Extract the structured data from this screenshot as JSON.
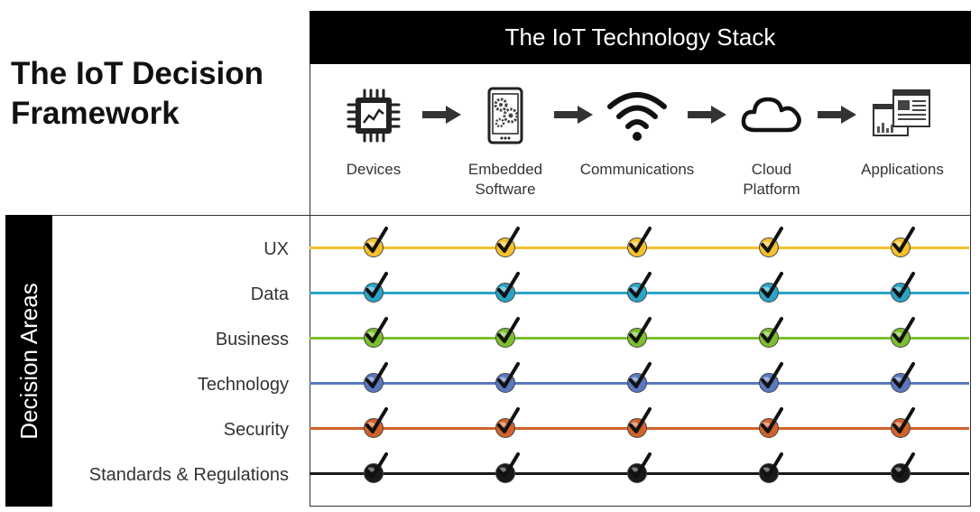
{
  "title": {
    "line1": "The IoT Decision",
    "line2": "Framework"
  },
  "stack": {
    "header": "The IoT Technology Stack",
    "items": [
      {
        "label": "Devices",
        "icon": "chip-icon"
      },
      {
        "label": "Embedded\nSoftware",
        "icon": "tablet-gears-icon"
      },
      {
        "label": "Communications",
        "icon": "wifi-icon"
      },
      {
        "label": "Cloud\nPlatform",
        "icon": "cloud-icon"
      },
      {
        "label": "Applications",
        "icon": "app-windows-icon"
      }
    ]
  },
  "decision_areas": {
    "label": "Decision Areas",
    "rows": [
      {
        "label": "UX",
        "color": "#f5c12c",
        "checked": [
          true,
          true,
          true,
          true,
          true
        ]
      },
      {
        "label": "Data",
        "color": "#2aa4c6",
        "checked": [
          true,
          true,
          true,
          true,
          true
        ]
      },
      {
        "label": "Business",
        "color": "#7cbf2e",
        "checked": [
          true,
          true,
          true,
          true,
          true
        ]
      },
      {
        "label": "Technology",
        "color": "#5a78c0",
        "checked": [
          true,
          true,
          true,
          true,
          true
        ]
      },
      {
        "label": "Security",
        "color": "#d0622a",
        "checked": [
          true,
          true,
          true,
          true,
          true
        ]
      },
      {
        "label": "Standards & Regulations",
        "color": "#1a1a1a",
        "checked": [
          true,
          true,
          true,
          true,
          true
        ]
      }
    ]
  },
  "colors": {
    "header_bg": "#000000",
    "arrow": "#333333",
    "ball_gray": "#555555"
  }
}
